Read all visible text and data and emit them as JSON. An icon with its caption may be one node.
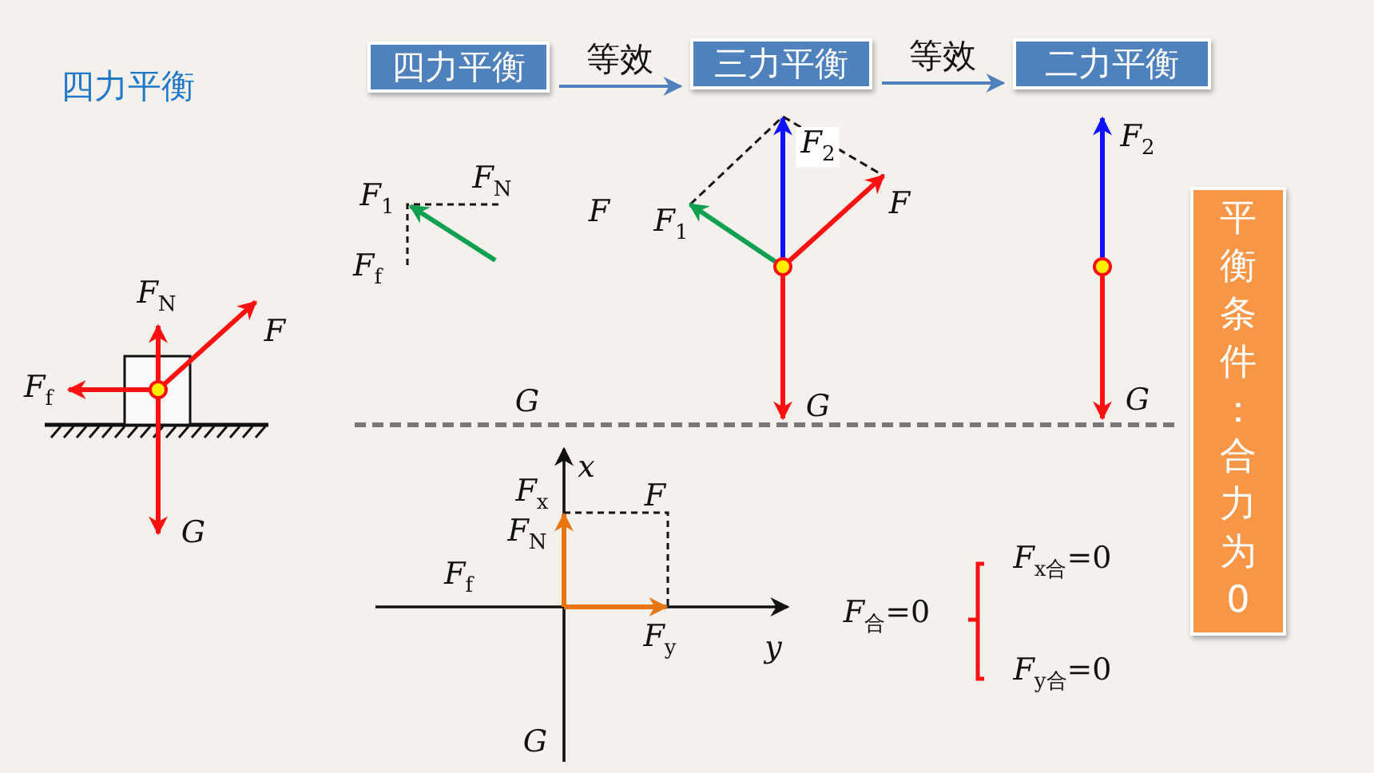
{
  "diagram": {
    "title": "四力平衡",
    "nodes": [
      {
        "text": [
          "四力平衡"
        ]
      },
      {
        "text": [
          "三力平衡"
        ]
      },
      {
        "text": [
          "二力平衡"
        ]
      },
      {
        "text": [
          "平衡条件：合力为0"
        ]
      }
    ],
    "edges": [
      {
        "from": 0,
        "to": 1,
        "arrow": "to",
        "label": "等效"
      },
      {
        "from": 1,
        "to": 2,
        "arrow": "to",
        "label": "等效"
      }
    ],
    "labels": [
      "*F*$_{2}$",
      "*F*$_{2}$",
      "*F*$_{1}$",
      "*F*$_{N}$",
      "*F*",
      "*F*$_{1}$",
      "*F*",
      "*F*$_{f}$",
      "*F*$_{N}$",
      "*F*",
      "*F*$_{f}$",
      "*G*",
      "*G*",
      "*G*",
      "*x*",
      "*F*$_{x}$",
      "*F*",
      "*G*",
      "*F*$_{N}$",
      "*F*$_{x合}$=0",
      "*F*$_{f}$",
      "*F*$_{合}$=0",
      "*F*$_{y}$",
      "*y*",
      "*F*$_{y合}$=0",
      "*G*"
    ]
  }
}
